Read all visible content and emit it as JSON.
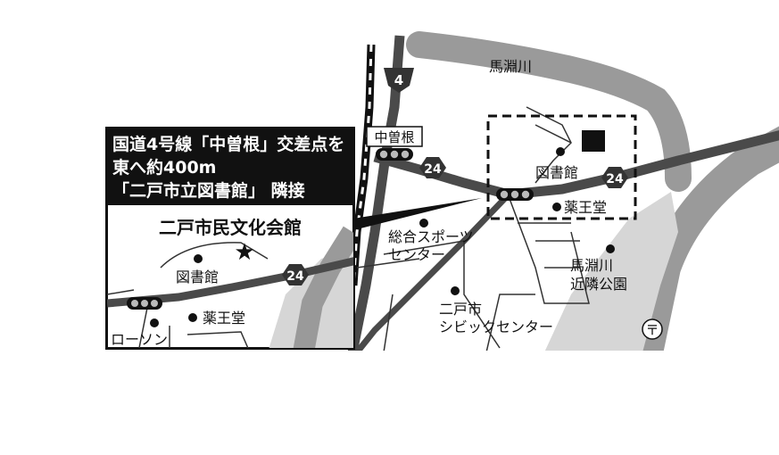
{
  "callout": {
    "line1": "国道4号線「中曽根」交差点を",
    "line2": "東へ約400m",
    "line3": "「二戸市立図書館」 隣接"
  },
  "inset": {
    "title": "二戸市民文化会館",
    "library": "図書館",
    "pharmacy": "薬王堂",
    "lawson": "ローソン",
    "route_24": "24"
  },
  "main": {
    "river": "馬淵川",
    "route_4": "4",
    "route_24_a": "24",
    "route_24_b": "24",
    "intersection_sign": "中曽根",
    "library": "図書館",
    "pharmacy": "薬王堂",
    "sports_center_1": "総合スポーツ",
    "sports_center_2": "センター",
    "civic_center_1": "二戸市",
    "civic_center_2": "シビックセンター",
    "park_1": "馬淵川",
    "park_2": "近隣公園",
    "post_office_symbol": "〒"
  },
  "colors": {
    "river_gray": "#9a9a9a",
    "road_gray": "#4a4a4a",
    "area_gray": "#d6d6d6",
    "black": "#111111"
  }
}
